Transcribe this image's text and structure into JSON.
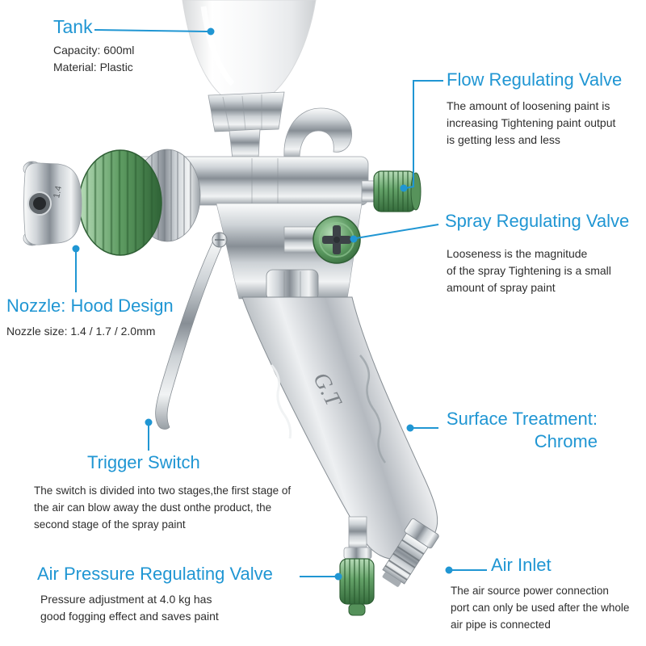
{
  "colors": {
    "accent_blue": "#2096d3",
    "body_text": "#2e2e2e",
    "valve_green": "#5e9c62",
    "chrome": "#b8bdc2",
    "background": "#ffffff"
  },
  "illustration": {
    "nozzle_marking": "1.4",
    "handle_engraving": "G.T"
  },
  "annotations": {
    "tank": {
      "title": "Tank",
      "lines": [
        "Capacity: 600ml",
        "Material: Plastic"
      ]
    },
    "flow_valve": {
      "title": "Flow Regulating Valve",
      "desc": [
        "The amount of loosening paint is",
        "increasing Tightening paint output",
        "is getting less and less"
      ]
    },
    "spray_valve": {
      "title": "Spray Regulating Valve",
      "desc": [
        "Looseness is the magnitude",
        "of the spray Tightening is a small",
        "amount of spray paint"
      ]
    },
    "nozzle": {
      "title": "Nozzle: Hood Design",
      "desc": [
        "Nozzle size: 1.4 / 1.7 / 2.0mm"
      ]
    },
    "surface": {
      "title_lines": [
        "Surface Treatment:",
        "Chrome"
      ]
    },
    "trigger": {
      "title": "Trigger Switch",
      "desc": [
        "The switch is divided into two stages,the first stage of",
        "the air can blow away the dust onthe product, the",
        "second stage of the spray paint"
      ]
    },
    "air_pressure": {
      "title": "Air Pressure Regulating Valve",
      "desc": [
        "Pressure adjustment at 4.0 kg has",
        "good fogging effect and saves paint"
      ]
    },
    "air_inlet": {
      "title": "Air Inlet",
      "desc": [
        "The air source power connection",
        "port can only be used after the whole",
        "air pipe is connected"
      ]
    }
  }
}
